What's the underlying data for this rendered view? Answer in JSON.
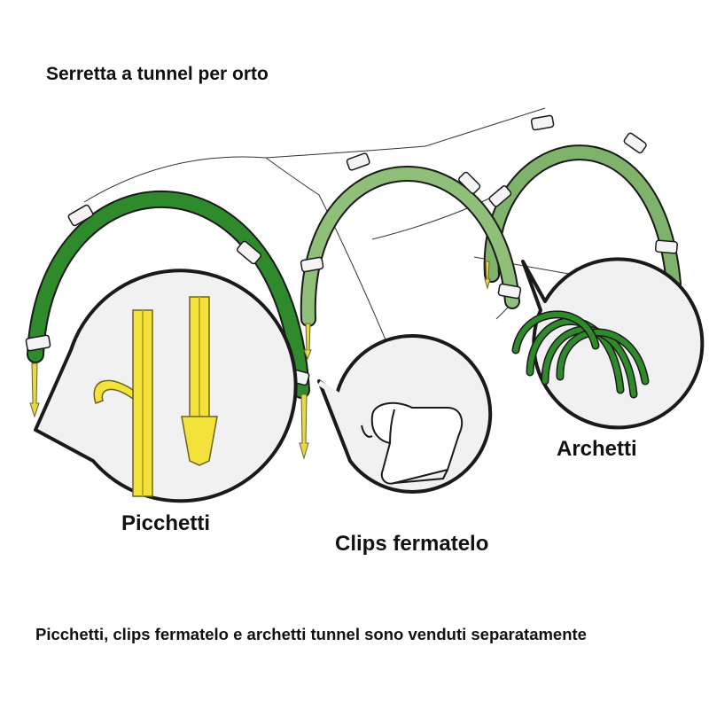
{
  "title": "Serretta a tunnel per orto",
  "labels": {
    "picchetti": "Picchetti",
    "clips": "Clips fermatelo",
    "archetti": "Archetti"
  },
  "footer": "Picchetti, clips fermatelo e archetti tunnel sono venduti separatamente",
  "colors": {
    "hoop_dark": "#2e8a2a",
    "hoop_light": "#7fb26a",
    "stake_yellow": "#f2e23a",
    "bubble_fill": "#f1f1f1",
    "outline": "#1a1a1a"
  },
  "icons": {
    "stake": "yellow-stake-icon",
    "clip": "clip-icon",
    "hoops": "green-hoops-icon"
  }
}
